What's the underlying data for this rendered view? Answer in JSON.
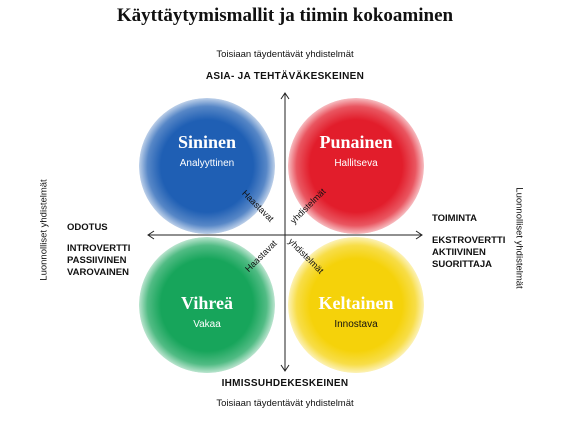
{
  "title": "Käyttäytymismallit ja tiimin kokoaminen",
  "axes": {
    "top_note": "Toisiaan täydentävät yhdistelmät",
    "top_label": "ASIA- JA TEHTÄVÄKESKEINEN",
    "bottom_label": "IHMISSUHDEKESKEINEN",
    "bottom_note": "Toisiaan täydentävät yhdistelmät",
    "left_vertical": "Luonnolliset yhdistelmät",
    "right_vertical": "Luonnolliset yhdistelmät",
    "left_title": "ODOTUS",
    "left_lines": [
      "INTROVERTTI",
      "PASSIIVINEN",
      "VAROVAINEN"
    ],
    "right_title": "TOIMINTA",
    "right_lines": [
      "EKSTROVERTTI",
      "AKTIIVINEN",
      "SUORITTAJA"
    ]
  },
  "quadrants": {
    "blue": {
      "name": "Sininen",
      "desc": "Analyyttinen",
      "color": "#1f5fb4"
    },
    "red": {
      "name": "Punainen",
      "desc": "Hallitseva",
      "color": "#e21d2b"
    },
    "green": {
      "name": "Vihreä",
      "desc": "Vakaa",
      "color": "#17a55b"
    },
    "yellow": {
      "name": "Keltainen",
      "desc": "Innostava",
      "color": "#f5d20a"
    }
  },
  "diagonals": {
    "upper_left": "Haastavat",
    "upper_right": "yhdistelmät",
    "lower_left": "Haastavat",
    "lower_right": "yhdistelmät"
  }
}
